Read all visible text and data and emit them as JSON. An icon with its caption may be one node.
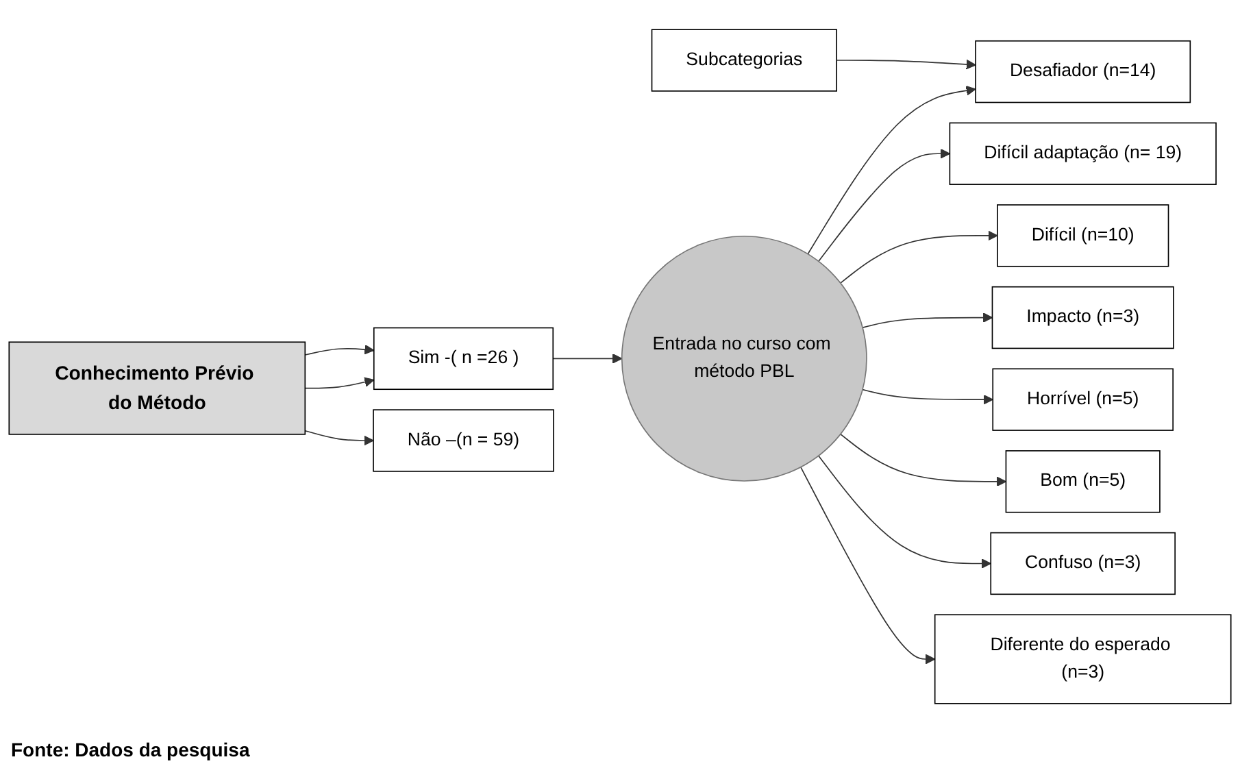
{
  "diagram": {
    "caption": "Fonte: Dados da pesquisa",
    "nodes": [
      {
        "text": [
          "Conhecimento Prévio do Método"
        ]
      },
      {
        "text": [
          "Subcategorias"
        ]
      },
      {
        "text": [
          "Sim -( n =26 )"
        ]
      },
      {
        "text": [
          "Entrada no curso com método PBL"
        ]
      },
      {
        "text": [
          "Desafiador (n=14)"
        ]
      },
      {
        "text": [
          "Difícil adaptação (n= 19)"
        ]
      },
      {
        "text": [
          "Difícil (n=10)"
        ]
      },
      {
        "text": [
          "Impacto (n=3)"
        ]
      },
      {
        "text": [
          "Horrível (n=5)"
        ]
      },
      {
        "text": [
          "Bom (n=5)"
        ]
      },
      {
        "text": [
          "Confuso (n=3)"
        ]
      },
      {
        "text": [
          "Diferente do esperado (n=3)"
        ]
      },
      {
        "text": [
          "Não –(n = 59)"
        ]
      }
    ],
    "edges": [
      {
        "from": 0,
        "to": 2,
        "arrow": "to"
      },
      {
        "from": 0,
        "to": 2,
        "arrow": "to"
      },
      {
        "from": 0,
        "to": 12,
        "arrow": "to"
      },
      {
        "from": 2,
        "to": 3,
        "arrow": "to"
      },
      {
        "from": 3,
        "to": 4,
        "arrow": "to"
      },
      {
        "from": 3,
        "to": 5,
        "arrow": "to"
      },
      {
        "from": 3,
        "to": 6,
        "arrow": "to"
      },
      {
        "from": 3,
        "to": 7,
        "arrow": "to"
      },
      {
        "from": 3,
        "to": 8,
        "arrow": "to"
      },
      {
        "from": 3,
        "to": 9,
        "arrow": "to"
      },
      {
        "from": 3,
        "to": 10,
        "arrow": "to"
      },
      {
        "from": 3,
        "to": 11,
        "arrow": "to"
      },
      {
        "from": 1,
        "to": 4,
        "arrow": "to"
      }
    ]
  }
}
